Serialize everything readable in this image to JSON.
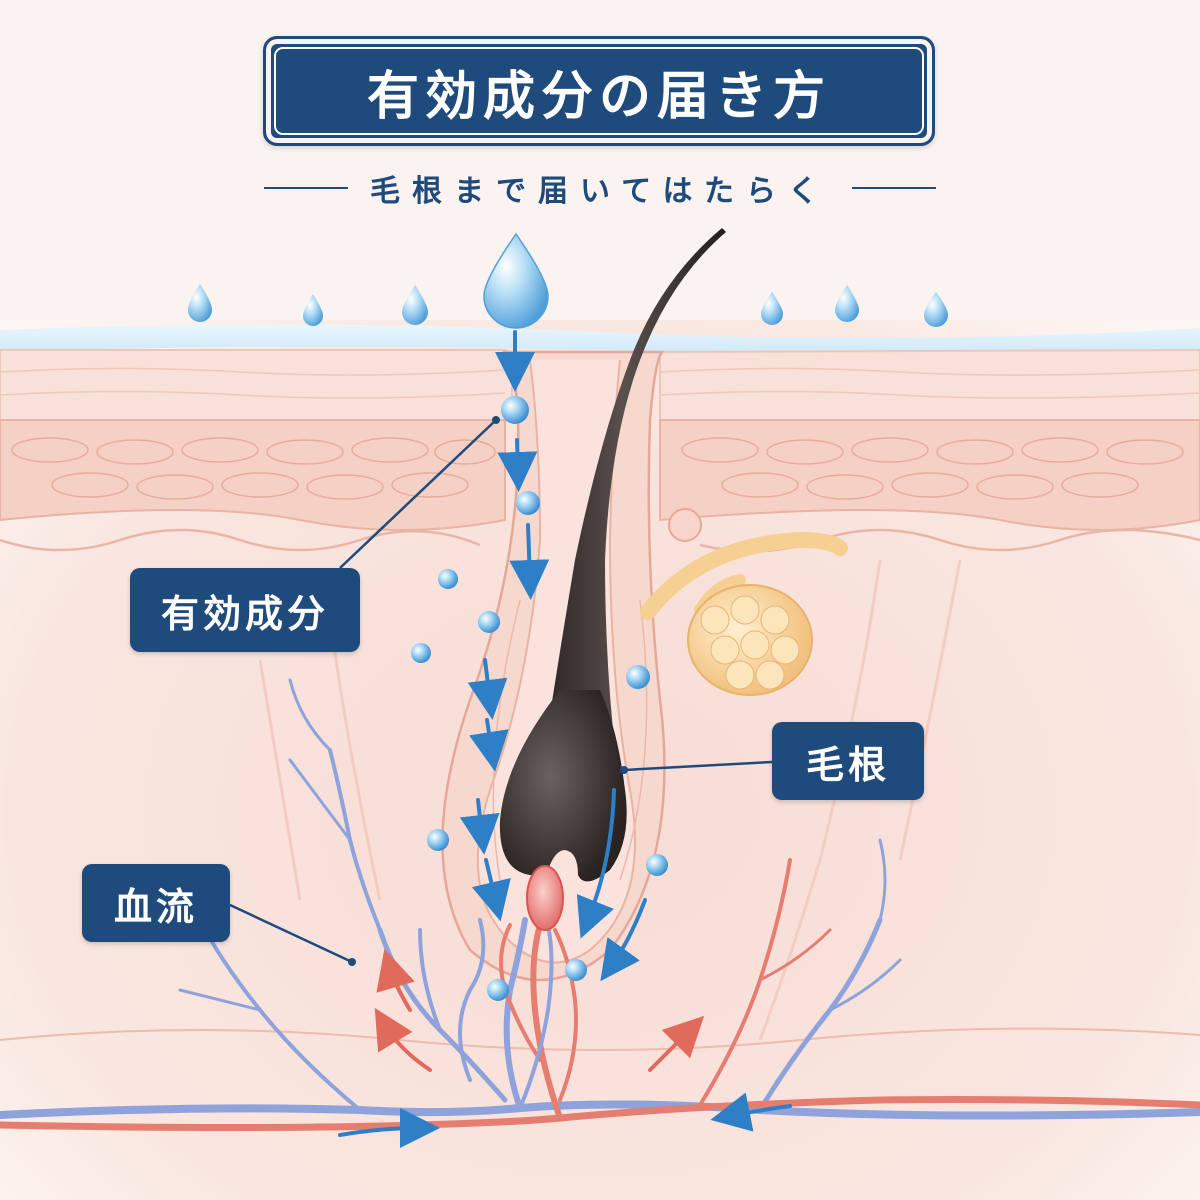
{
  "title": "有効成分の届き方",
  "subtitle": "毛根まで届いてはたらく",
  "labels": {
    "ingredient": "有効成分",
    "hair_root": "毛根",
    "blood_flow": "血流"
  },
  "colors": {
    "navy": "#1f4a7c",
    "skin_light": "#fbf3ef",
    "skin_pink": "#f6d4cb",
    "water_blue": "#7fc0ea",
    "arrow_blue": "#2f7fc7",
    "vein_blue": "#7e95d6",
    "artery_red": "#e06a5c",
    "hair_dark": "#3b3331",
    "sebaceous": "#f6cf92"
  }
}
